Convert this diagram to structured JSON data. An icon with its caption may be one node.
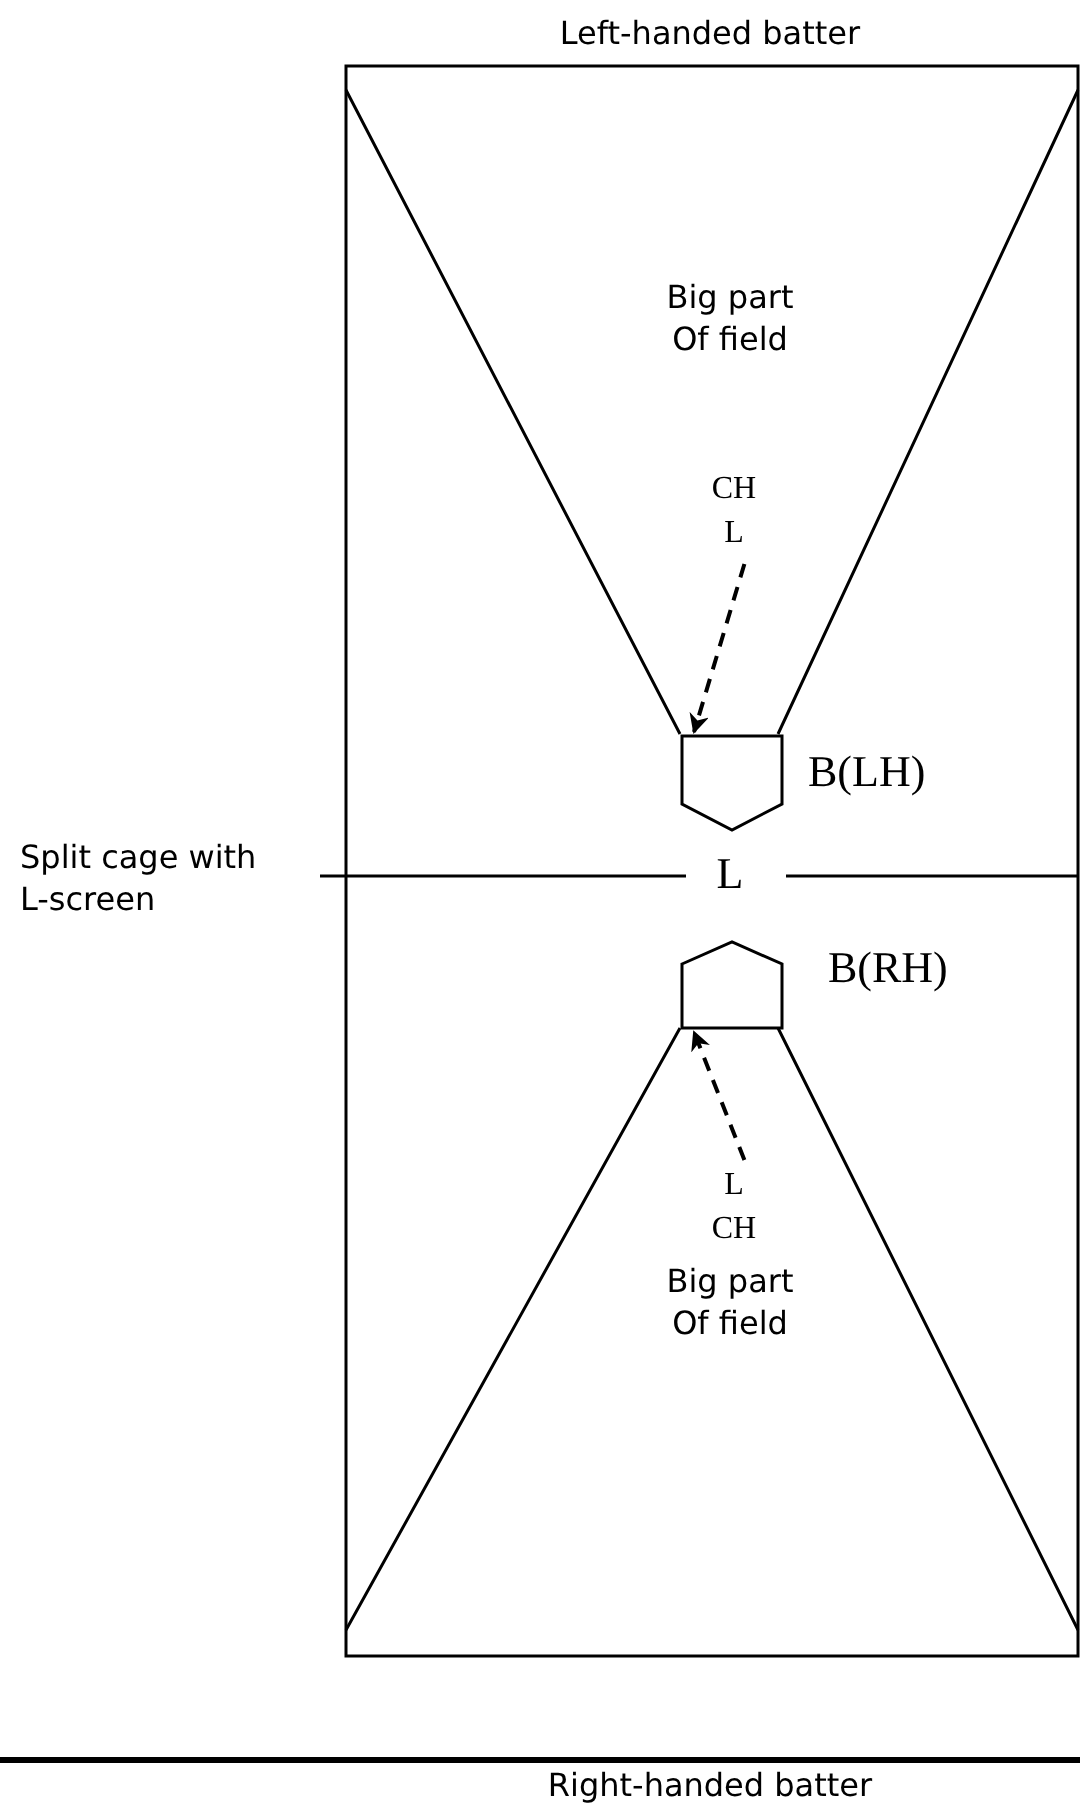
{
  "diagram": {
    "nodes": [
      {
        "text": [
          "CH L"
        ]
      },
      {
        "text": [],
        "shape": "pentagon",
        "beside": [
          "B(LH)"
        ]
      },
      {
        "text": [],
        "shape": "pentagon",
        "beside": [
          "B(RH)"
        ]
      },
      {
        "text": [
          "L CH"
        ]
      }
    ],
    "edges": [
      {
        "from": 0,
        "to": 1,
        "arrow": "to",
        "style": "dashed"
      },
      {
        "from": 3,
        "to": 2,
        "arrow": "to",
        "style": "dashed"
      }
    ],
    "labels": [
      "Left-handed batter",
      "Big part Of field",
      "Split cage with L-screen",
      "L",
      "Big part Of field",
      "Right-handed batter"
    ]
  }
}
